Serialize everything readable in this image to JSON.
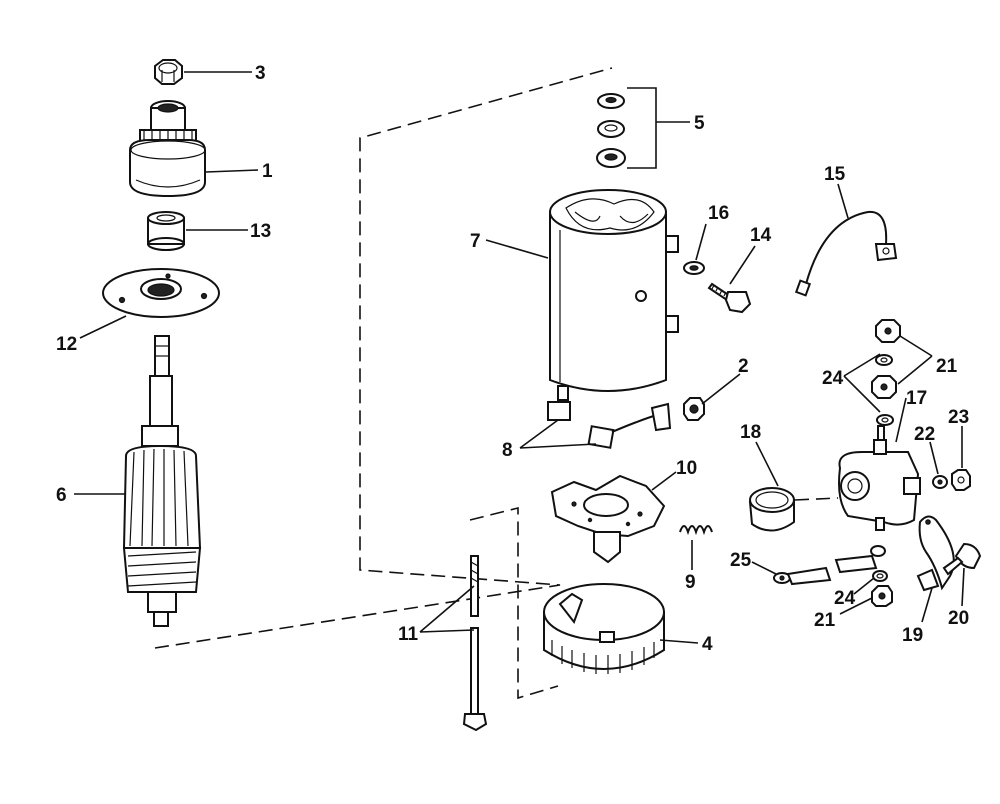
{
  "callouts": {
    "n1": "1",
    "n2": "2",
    "n3": "3",
    "n4": "4",
    "n5": "5",
    "n6": "6",
    "n7": "7",
    "n8": "8",
    "n9": "9",
    "n10": "10",
    "n11": "11",
    "n12": "12",
    "n13": "13",
    "n14": "14",
    "n15": "15",
    "n16": "16",
    "n17": "17",
    "n18": "18",
    "n19": "19",
    "n20": "20",
    "n21a": "21",
    "n21b": "21",
    "n22": "22",
    "n23": "23",
    "n24a": "24",
    "n24b": "24",
    "n25": "25"
  }
}
